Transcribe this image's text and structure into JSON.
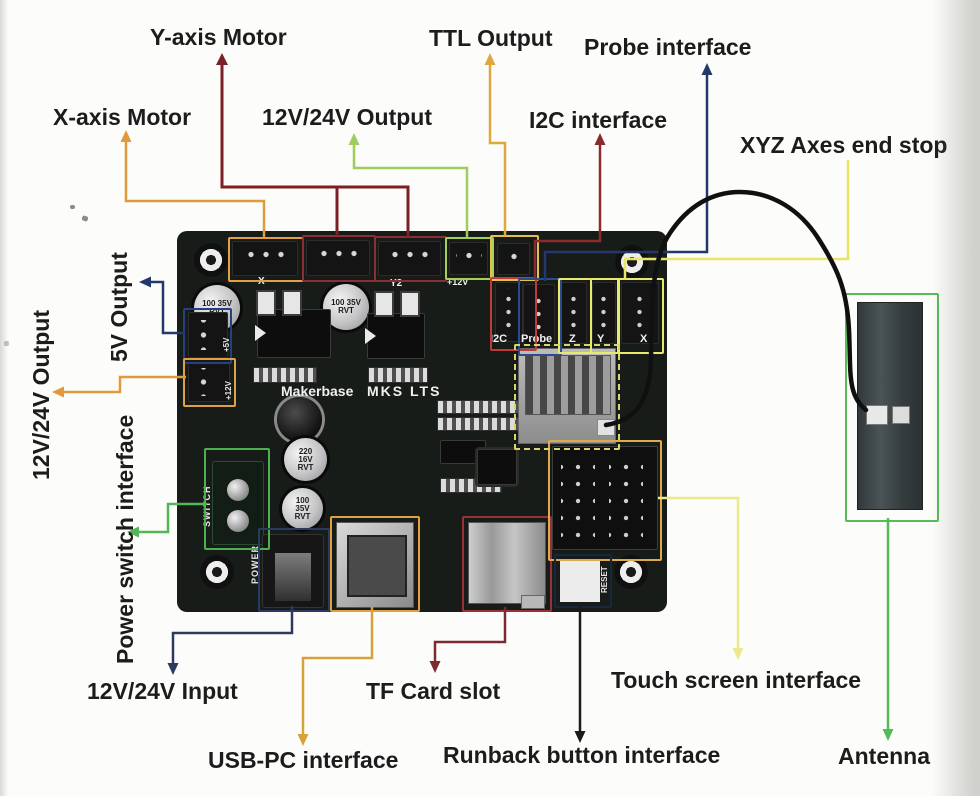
{
  "annotations": [
    {
      "id": "x-axis-motor",
      "label": "X-axis Motor",
      "color": "#e09a3c"
    },
    {
      "id": "y-axis-motor",
      "label": "Y-axis Motor",
      "color": "#7c2026"
    },
    {
      "id": "output-12v24v-top",
      "label": "12V/24V Output",
      "color": "#9fcc5e"
    },
    {
      "id": "ttl-output",
      "label": "TTL Output",
      "color": "#dfa83e"
    },
    {
      "id": "i2c-interface",
      "label": "I2C interface",
      "color": "#8a2a2a"
    },
    {
      "id": "probe-interface",
      "label": "Probe interface",
      "color": "#23396b"
    },
    {
      "id": "xyz-end-stop",
      "label": "XYZ Axes end stop",
      "color": "#e9e464"
    },
    {
      "id": "5v-output",
      "label": "5V Output",
      "color": "#23396b"
    },
    {
      "id": "output-12v24v-left",
      "label": "12V/24V Output",
      "color": "#e09a3c"
    },
    {
      "id": "power-switch",
      "label": "Power switch interface",
      "color": "#55b455"
    },
    {
      "id": "input-12v24v",
      "label": "12V/24V Input",
      "color": "#2b3a5e"
    },
    {
      "id": "usb-pc",
      "label": "USB-PC interface",
      "color": "#d7a13a"
    },
    {
      "id": "tf-card",
      "label": "TF Card slot",
      "color": "#7c2a30"
    },
    {
      "id": "touch-screen",
      "label": "Touch screen interface",
      "color": "#ece98c"
    },
    {
      "id": "runback-button",
      "label": "Runback button interface",
      "color": "#1b1b1b"
    },
    {
      "id": "antenna",
      "label": "Antenna",
      "color": "#54ba54"
    }
  ],
  "board": {
    "brand": "Makerbase",
    "model": "MKS LTS",
    "cap_large": "100 35V RVT",
    "cap_medium": "220 16V RVT",
    "switch_label": "SWITCH",
    "power_label": "POWER",
    "reset_label": "RESET",
    "plus5v": "+5V",
    "plus12v": "+12V"
  },
  "connector_labels": {
    "x_motor": "X",
    "y2_motor": "Y2",
    "v12": "+12V",
    "i2c": "I2C",
    "probe": "Probe",
    "endstop_z": "Z",
    "endstop_y": "Y",
    "endstop_x": "X"
  }
}
